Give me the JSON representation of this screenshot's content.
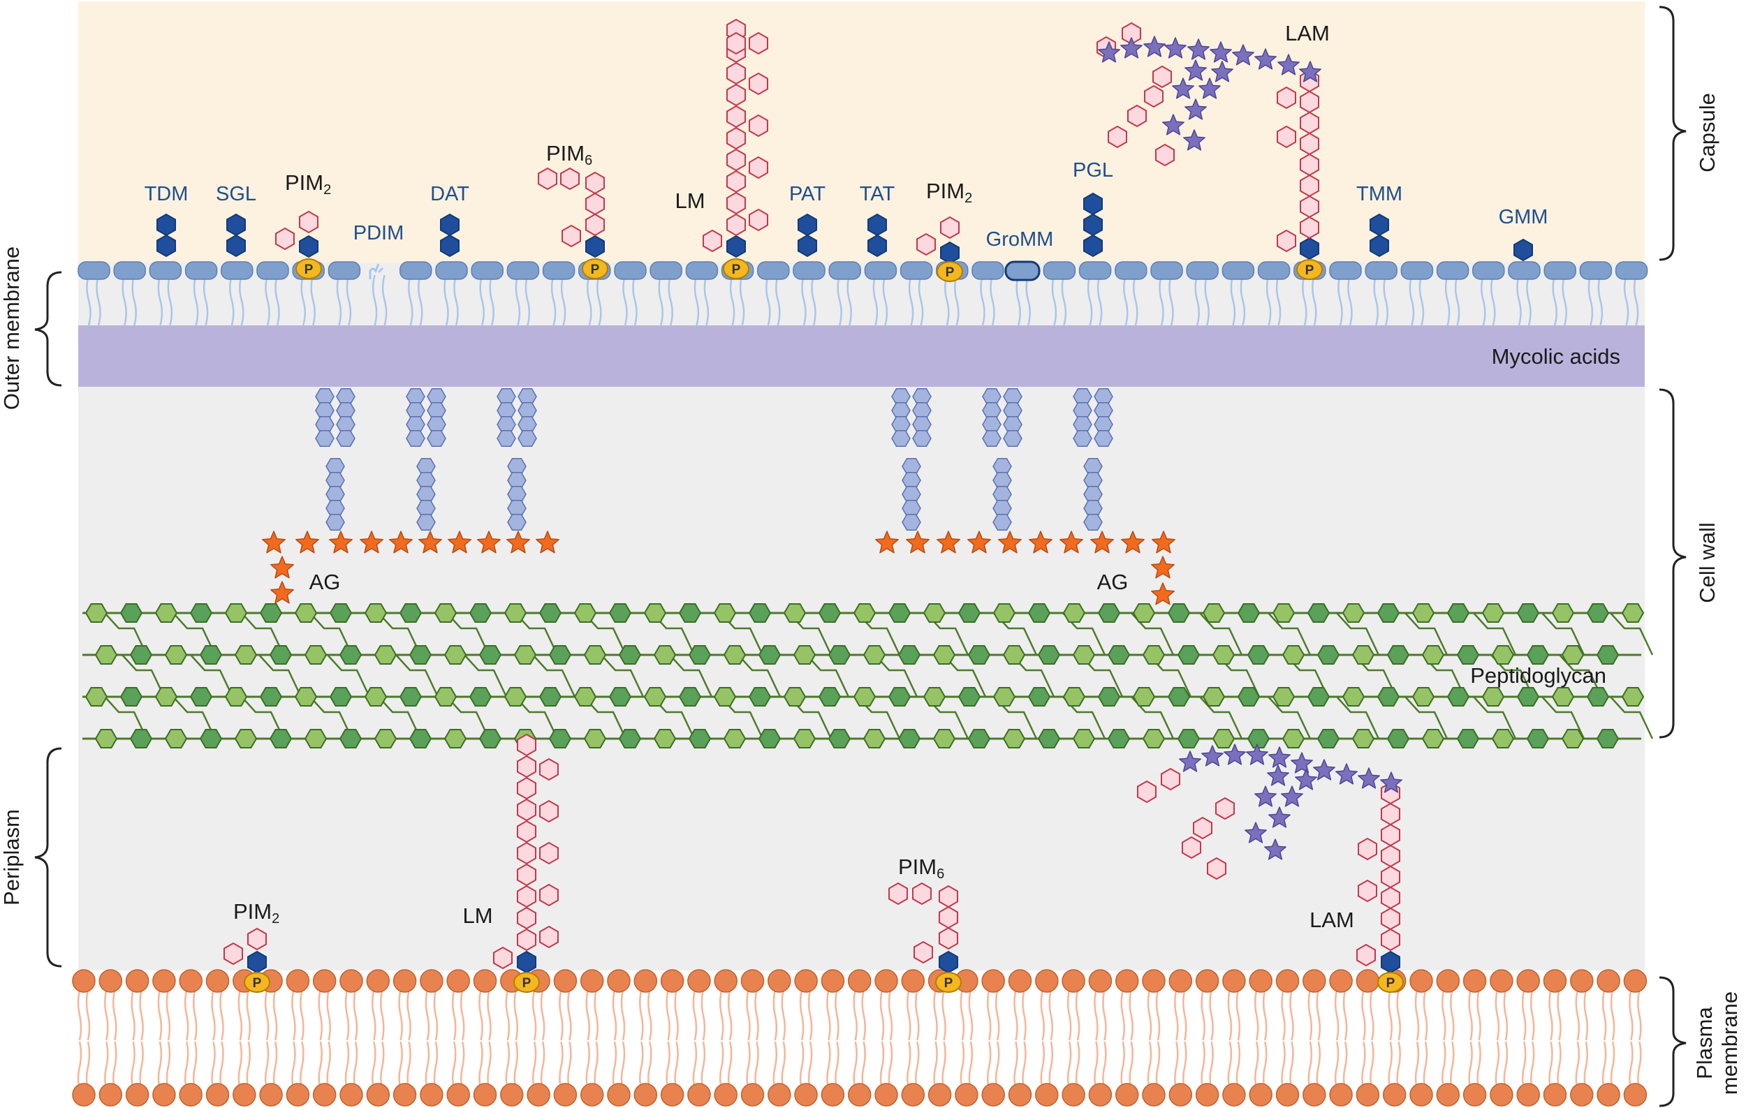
{
  "regions": {
    "capsule": "Capsule",
    "outer_membrane": "Outer membrane",
    "mycolic_acids": "Mycolic acids",
    "cell_wall": "Cell wall",
    "peptidoglycan": "Peptidoglycan",
    "periplasm": "Periplasm",
    "plasma_membrane_line1": "Plasma",
    "plasma_membrane_line2": "membrane"
  },
  "outer_lipids": {
    "tdm": "TDM",
    "sgl": "SGL",
    "pim2": "PIM",
    "pdim": "PDIM",
    "dat": "DAT",
    "pim6": "PIM",
    "lm": "LM",
    "pat": "PAT",
    "tat": "TAT",
    "pim2b": "PIM",
    "gromm": "GroMM",
    "pgl": "PGL",
    "lam": "LAM",
    "tmm": "TMM",
    "gmm": "GMM"
  },
  "subscripts": {
    "two": "2",
    "six": "6"
  },
  "ag_left": "AG",
  "ag_right": "AG",
  "phosphate": "P",
  "inner_lipids": {
    "pim2": "PIM",
    "lm": "LM",
    "pim6": "PIM",
    "lam": "LAM"
  },
  "colors": {
    "capsule_bg": "#fdf2e0",
    "periplasm_bg": "#eeeeee",
    "mycolic_band": "#b9b3dc",
    "outer_head": "#7f9fcc",
    "outer_tail": "#a9c6ea",
    "plasma_head": "#e8834f",
    "plasma_tail": "#f6b597",
    "dark_hex": "#1f4e9c",
    "pink_hex_fill": "#fcd9de",
    "pink_hex_stroke": "#c4374a",
    "arabinan_star": "#7a70bd",
    "ag_star": "#f26a1e",
    "mycolyl_hex": "#a3b4de",
    "pg_dark": "#5aa15a",
    "pg_light": "#96c365",
    "phosphate": "#f5b720"
  }
}
